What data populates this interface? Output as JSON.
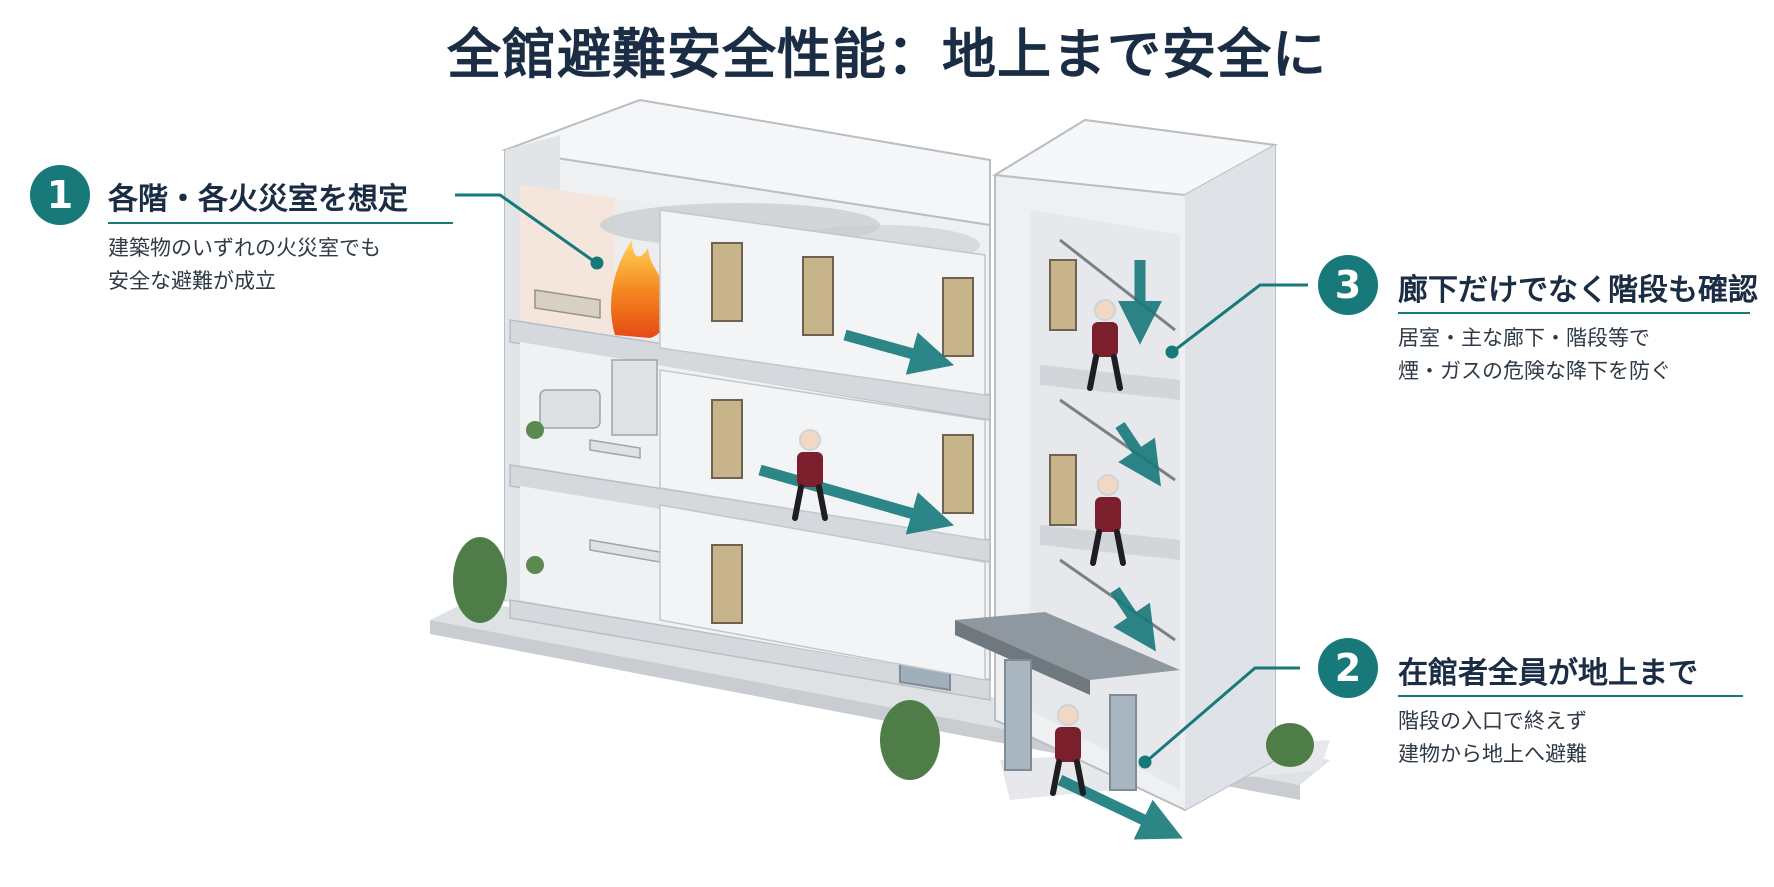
{
  "title": "全館避難安全性能：地上まで安全に",
  "callouts": [
    {
      "number": "1",
      "title": "各階・各火災室を想定",
      "lines": [
        "建築物のいずれの火災室でも",
        "安全な避難が成立"
      ]
    },
    {
      "number": "2",
      "title": "在館者全員が地上まで",
      "lines": [
        "階段の入口で終えず",
        "建物から地上へ避難"
      ]
    },
    {
      "number": "3",
      "title": "廊下だけでなく階段も確認",
      "lines": [
        "居室・主な廊下・階段等で",
        "煙・ガスの危険な降下を防ぐ"
      ]
    }
  ],
  "colors": {
    "accent": "#17797a",
    "title": "#1b2d44",
    "fire": "#f07a1e",
    "person": "#7a1f2b",
    "door": "#c8b48a",
    "wall": "#eceef0"
  },
  "icons": [
    "fire-icon",
    "person-icon",
    "arrow-icon",
    "tree-icon"
  ]
}
